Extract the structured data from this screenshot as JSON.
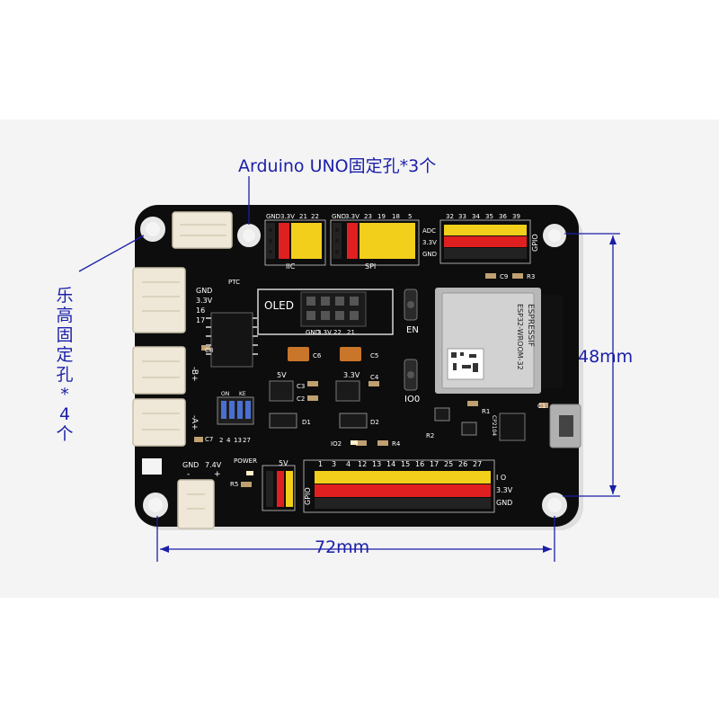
{
  "annotations": {
    "uno_holes": "Arduino UNO固定孔*3个",
    "lego_holes": [
      "乐",
      "高",
      "固",
      "定",
      "孔",
      "*",
      "4",
      "个"
    ],
    "height_dim": "48mm",
    "width_dim": "72mm"
  },
  "board": {
    "top_left_pins": [
      "GND",
      "3.3V",
      "21",
      "22"
    ],
    "top_mid_pins": [
      "GND",
      "3.3V",
      "23",
      "19",
      "18",
      "5"
    ],
    "top_right_pins": [
      "32",
      "33",
      "34",
      "35",
      "36",
      "39"
    ],
    "row_labels": [
      "ADC",
      "3.3V",
      "GND"
    ],
    "group_iic": "IIC",
    "group_spi": "SPI",
    "group_gpio": "GPIO",
    "oled_label": "OLED",
    "oled_pins": [
      "GND",
      "3.3V",
      "22",
      "21"
    ],
    "left_pins": [
      "GND",
      "3.3V",
      "16",
      "17"
    ],
    "ptc": "PTC",
    "motor_b": "-B+",
    "motor_a": "-A+",
    "dip_on": "ON",
    "dip_ke": "KE",
    "dip_nums": [
      "2",
      "4",
      "13",
      "27"
    ],
    "en_label": "EN",
    "io0_label": "IO0",
    "io2_label": "IO2",
    "chip_brand": "ESPRESSIF",
    "chip_model": "ESP32-WROOM-32",
    "power_label": "POWER",
    "power_pins": [
      "GND",
      "7.4V"
    ],
    "power_sign": [
      "-",
      "+"
    ],
    "v5_label": "5V",
    "bottom_pins": [
      "1",
      "3",
      "4",
      "12",
      "13",
      "14",
      "15",
      "16",
      "17",
      "25",
      "26",
      "27"
    ],
    "bottom_row_labels": [
      "I O",
      "3.3V",
      "GND"
    ],
    "chip_usb": "CP2104",
    "caps": [
      "C6",
      "C5",
      "C4",
      "C3",
      "C2",
      "C1",
      "C7",
      "C8",
      "C9"
    ],
    "resistors": [
      "R1",
      "R2",
      "R3",
      "R4",
      "R5"
    ],
    "diodes": [
      "D1",
      "D2"
    ],
    "reg_labels": [
      "5V",
      "3.3V"
    ]
  }
}
